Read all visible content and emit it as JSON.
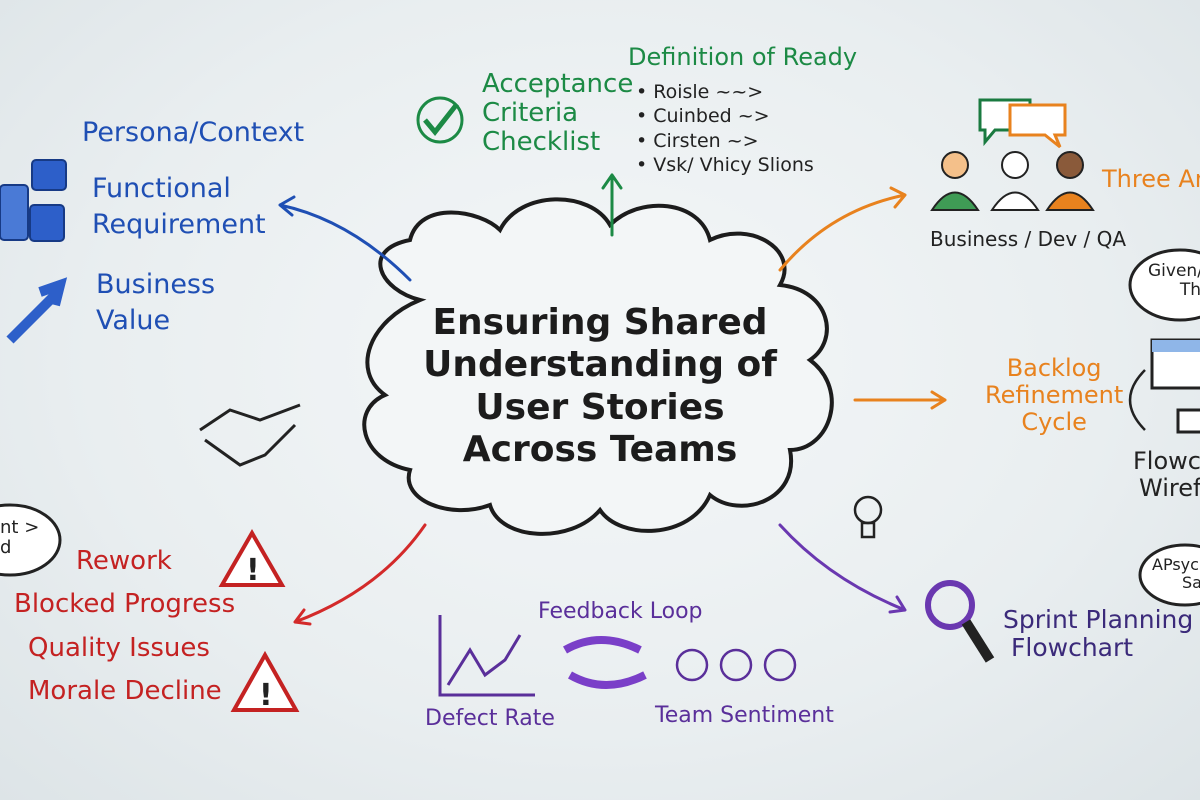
{
  "center": {
    "lines": [
      "Ensuring Shared",
      "Understanding of",
      "User Stories",
      "Across Teams"
    ]
  },
  "left_top": {
    "items": [
      "Persona/Context",
      "Functional",
      "Requirement",
      "Business",
      "Value"
    ]
  },
  "acceptance": {
    "lines": [
      "Acceptance",
      "Criteria",
      "Checklist"
    ]
  },
  "definition_of_ready": {
    "title": "Definition of Ready",
    "bullets": [
      "Roisle",
      "Cuinbed",
      "Cirsten",
      "Vsk/ Vhicy Slions"
    ]
  },
  "three_amigos": {
    "title": "Three Am",
    "roles": "Business / Dev / QA"
  },
  "given_bubble": {
    "lines": [
      "Given/",
      "Th"
    ]
  },
  "backlog": {
    "lines": [
      "Backlog",
      "Refinement",
      "Cycle"
    ]
  },
  "flowchart_wireframe": {
    "lines": [
      "Flowch",
      "Wiref"
    ]
  },
  "apsyc_bubble": {
    "lines": [
      "APsyc",
      "Sa"
    ]
  },
  "sprint": {
    "lines": [
      "Sprint Planning",
      "Flowchart"
    ]
  },
  "feedback": {
    "title": "Feedback Loop",
    "defect": "Defect Rate",
    "sentiment": "Team Sentiment"
  },
  "risks": {
    "items": [
      "Rework",
      "Blocked Progress",
      "Quality Issues",
      "Morale Decline"
    ]
  },
  "left_bubble": {
    "lines": [
      "nt >",
      "d"
    ]
  },
  "colors": {
    "blue": "#1f4fb4",
    "green": "#1c8a45",
    "orange": "#e8821e",
    "red": "#c42222",
    "purple": "#5a2f9a"
  }
}
